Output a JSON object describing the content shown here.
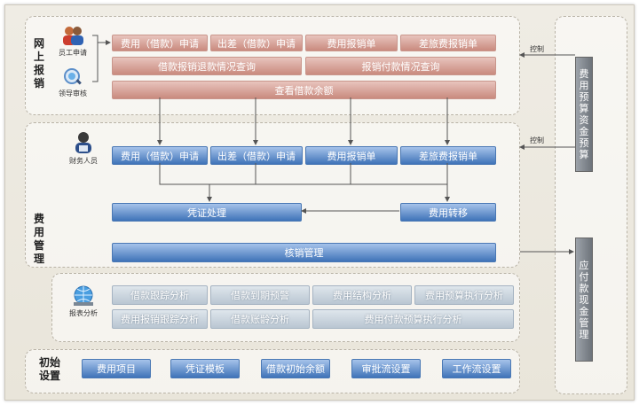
{
  "sections": {
    "online": "网上报销",
    "expense": "费用管理",
    "init": "初始设置"
  },
  "online": {
    "employee_apply": "员工申请",
    "leader_review": "领导审核",
    "btn_loan_apply": "费用（借款）申请",
    "btn_trip_apply": "出差（借款）申请",
    "btn_expense_claim": "费用报销单",
    "btn_travel_claim": "差旅费报销单",
    "btn_refund_query": "借款报销退款情况查询",
    "btn_payment_query": "报销付款情况查询",
    "btn_balance": "查看借款余额"
  },
  "expense": {
    "finance_staff": "财务人员",
    "btn_loan_apply": "费用（借款）申请",
    "btn_trip_apply": "出差（借款）申请",
    "btn_expense_claim": "费用报销单",
    "btn_travel_claim": "差旅费报销单",
    "btn_voucher": "凭证处理",
    "btn_transfer": "费用转移",
    "btn_writeoff": "核销管理",
    "report_label": "报表分析",
    "btn_loan_track": "借款跟踪分析",
    "btn_loan_due": "借款到期预警",
    "btn_structure": "费用结构分析",
    "btn_budget_exec": "费用预算执行分析",
    "btn_claim_track": "费用报销跟踪分析",
    "btn_aging": "借款账龄分析",
    "btn_pay_budget": "费用付款预算执行分析"
  },
  "init": {
    "btn_item": "费用项目",
    "btn_template": "凭证模板",
    "btn_opening": "借款初始余额",
    "btn_approval": "审批流设置",
    "btn_workflow": "工作流设置"
  },
  "right": {
    "budget": "费用预算资金预算",
    "payable": "应付款现金管理",
    "control_1": "控制",
    "control_2": "控制"
  },
  "colors": {
    "pink": "#c98a7e",
    "blue": "#3f73b8",
    "dark_gray": "#6d737a"
  }
}
